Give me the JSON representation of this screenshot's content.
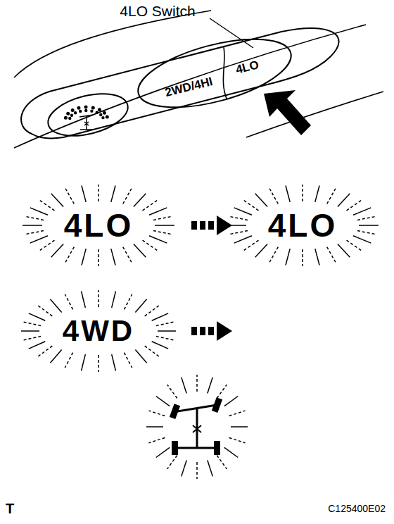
{
  "diagram": {
    "nodes": [
      {
        "text": [
          "2WD/4HI"
        ]
      },
      {
        "text": [
          "4LO"
        ]
      }
    ],
    "labels": [
      "4LO Switch",
      "4LO",
      "4LO",
      "4WD",
      "T",
      "C125400E02"
    ]
  }
}
